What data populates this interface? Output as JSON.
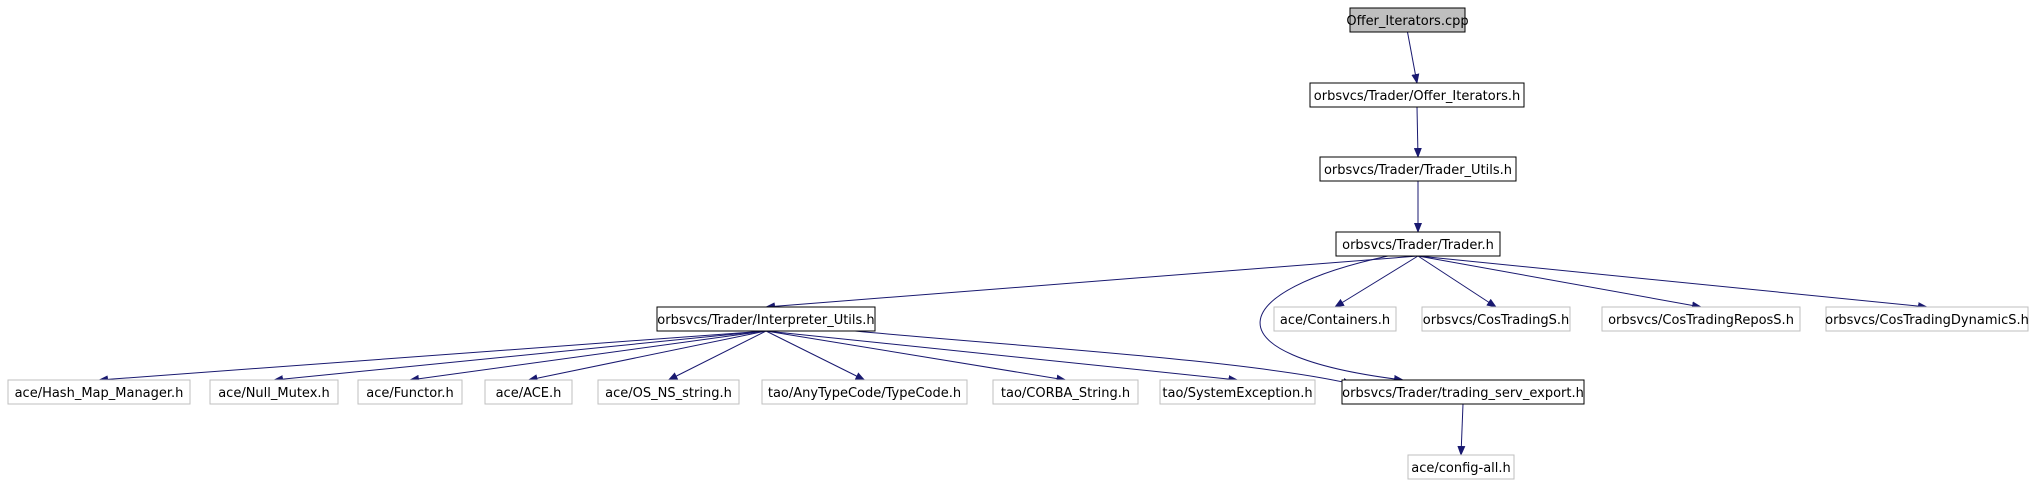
{
  "colors": {
    "edge": "#191970",
    "root_fill": "#bfbfbf",
    "node_border": "#000000",
    "leaf_border": "#bfbfbf",
    "text": "#000000"
  },
  "nodes": [
    {
      "id": "offer_iterators_cpp",
      "label": "Offer_Iterators.cpp",
      "style": "root"
    },
    {
      "id": "offer_iterators_h",
      "label": "orbsvcs/Trader/Offer_Iterators.h",
      "style": "normal"
    },
    {
      "id": "trader_utils_h",
      "label": "orbsvcs/Trader/Trader_Utils.h",
      "style": "normal"
    },
    {
      "id": "trader_h",
      "label": "orbsvcs/Trader/Trader.h",
      "style": "normal"
    },
    {
      "id": "interpreter_utils_h",
      "label": "orbsvcs/Trader/Interpreter_Utils.h",
      "style": "normal"
    },
    {
      "id": "containers_h",
      "label": "ace/Containers.h",
      "style": "leaf"
    },
    {
      "id": "costradings_h",
      "label": "orbsvcs/CosTradingS.h",
      "style": "leaf"
    },
    {
      "id": "costradingreposs_h",
      "label": "orbsvcs/CosTradingReposS.h",
      "style": "leaf"
    },
    {
      "id": "costradingdynamics_h",
      "label": "orbsvcs/CosTradingDynamicS.h",
      "style": "leaf"
    },
    {
      "id": "hash_map_manager_h",
      "label": "ace/Hash_Map_Manager.h",
      "style": "leaf"
    },
    {
      "id": "null_mutex_h",
      "label": "ace/Null_Mutex.h",
      "style": "leaf"
    },
    {
      "id": "functor_h",
      "label": "ace/Functor.h",
      "style": "leaf"
    },
    {
      "id": "ace_h",
      "label": "ace/ACE.h",
      "style": "leaf"
    },
    {
      "id": "os_ns_string_h",
      "label": "ace/OS_NS_string.h",
      "style": "leaf"
    },
    {
      "id": "typecode_h",
      "label": "tao/AnyTypeCode/TypeCode.h",
      "style": "leaf"
    },
    {
      "id": "corba_string_h",
      "label": "tao/CORBA_String.h",
      "style": "leaf"
    },
    {
      "id": "systemexception_h",
      "label": "tao/SystemException.h",
      "style": "leaf"
    },
    {
      "id": "trading_serv_export_h",
      "label": "orbsvcs/Trader/trading_serv_export.h",
      "style": "normal"
    },
    {
      "id": "config_all_h",
      "label": "ace/config-all.h",
      "style": "leaf"
    }
  ],
  "edges": [
    {
      "from": "offer_iterators_cpp",
      "to": "offer_iterators_h"
    },
    {
      "from": "offer_iterators_h",
      "to": "trader_utils_h"
    },
    {
      "from": "trader_utils_h",
      "to": "trader_h"
    },
    {
      "from": "trader_h",
      "to": "interpreter_utils_h"
    },
    {
      "from": "trader_h",
      "to": "containers_h"
    },
    {
      "from": "trader_h",
      "to": "costradings_h"
    },
    {
      "from": "trader_h",
      "to": "costradingreposs_h"
    },
    {
      "from": "trader_h",
      "to": "costradingdynamics_h"
    },
    {
      "from": "trader_h",
      "to": "trading_serv_export_h"
    },
    {
      "from": "interpreter_utils_h",
      "to": "hash_map_manager_h"
    },
    {
      "from": "interpreter_utils_h",
      "to": "null_mutex_h"
    },
    {
      "from": "interpreter_utils_h",
      "to": "functor_h"
    },
    {
      "from": "interpreter_utils_h",
      "to": "ace_h"
    },
    {
      "from": "interpreter_utils_h",
      "to": "os_ns_string_h"
    },
    {
      "from": "interpreter_utils_h",
      "to": "typecode_h"
    },
    {
      "from": "interpreter_utils_h",
      "to": "corba_string_h"
    },
    {
      "from": "interpreter_utils_h",
      "to": "systemexception_h"
    },
    {
      "from": "interpreter_utils_h",
      "to": "trading_serv_export_h"
    },
    {
      "from": "trading_serv_export_h",
      "to": "config_all_h"
    }
  ]
}
